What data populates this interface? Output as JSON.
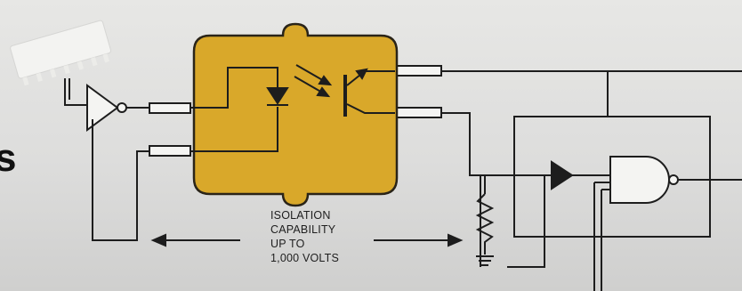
{
  "caption": {
    "line1": "ISOLATION",
    "line2": "CAPABILITY",
    "line3": "UP TO",
    "line4": "1,000 VOLTS"
  },
  "margin_fragment": "s",
  "colors": {
    "isolator_body": "#d9a82a",
    "isolator_border": "#2a2418",
    "wire": "#1d1d1d",
    "background": "#dedede"
  }
}
